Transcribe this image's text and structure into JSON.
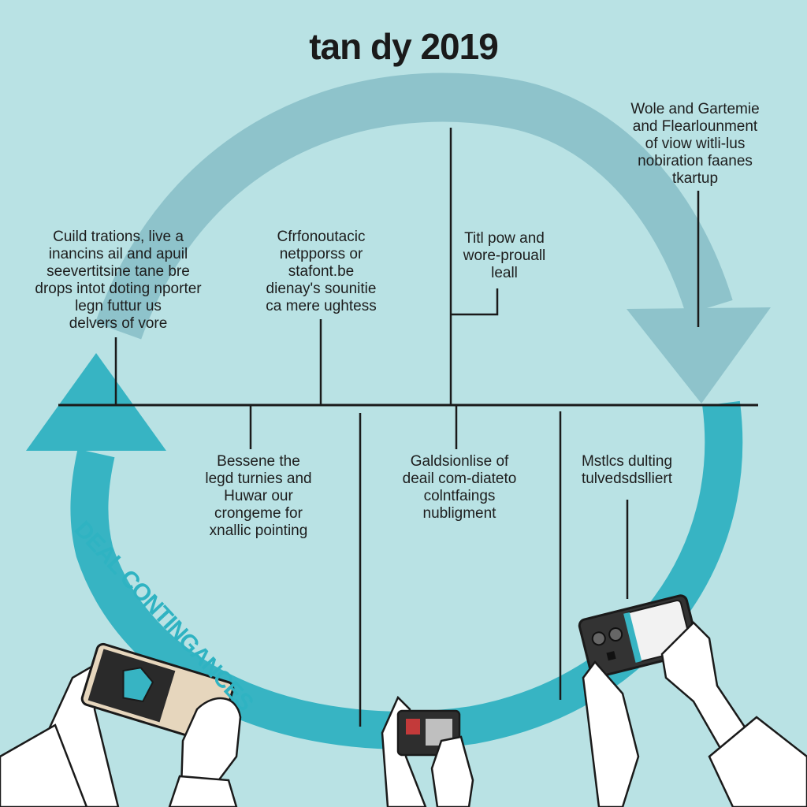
{
  "title": "tan dy 2019",
  "curve_label": "DEAL CONTINGANCES",
  "notes": {
    "top_right": [
      "Wole and Gartemie",
      "and Flearlounment",
      "of viow witli-lus",
      "nobiration faanes",
      "tkartup"
    ],
    "left": [
      "Cuild trations, live a",
      "inancins ail and apuil",
      "seevertitsine tane bre",
      "drops intot doting nporter",
      "legn futtur us",
      "delvers of vore"
    ],
    "center_left": [
      "Cfrfonoutacic",
      "netpporss or",
      "stafont.be",
      "dienay's sounitie",
      "ca mere ughtess"
    ],
    "center_right": [
      "Titl pow and",
      "wore-prouall",
      "leall"
    ],
    "bottom_left": [
      "Bessene the",
      "legd turnies and",
      "Huwar our",
      "crongeme for",
      "xnallic pointing"
    ],
    "bottom_center": [
      "Galdsionlise of",
      "deail com-diateto",
      "colntfaings",
      "nubligment"
    ],
    "bottom_right": [
      "Mstlcs dulting",
      "tulvedsdslliert"
    ]
  },
  "colors": {
    "background": "#b9e2e4",
    "arrow_top": "#8ec3cb",
    "arrow_bottom": "#37b4c3",
    "line": "#1a1a1a"
  }
}
